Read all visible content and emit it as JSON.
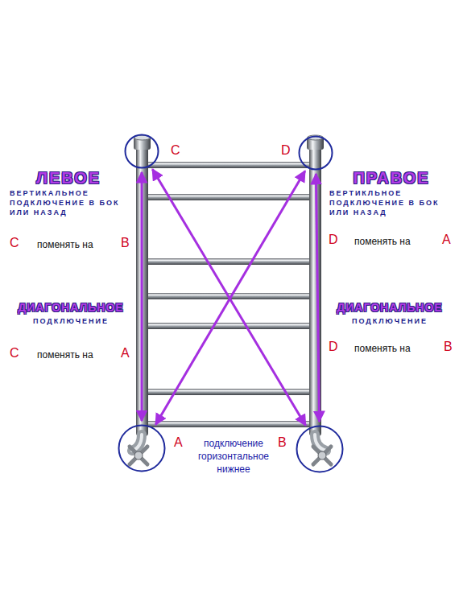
{
  "diagram": {
    "nodes": [
      {
        "text": [
          "C"
        ]
      },
      {
        "text": [
          "D"
        ]
      },
      {
        "text": [
          "A"
        ]
      },
      {
        "text": [
          "B"
        ]
      }
    ],
    "edges": [
      {
        "from": 0,
        "to": 3,
        "arrow": "both"
      },
      {
        "from": 1,
        "to": 2,
        "arrow": "both"
      },
      {
        "from": 0,
        "to": 2,
        "arrow": "both"
      },
      {
        "from": 1,
        "to": 3,
        "arrow": "both"
      }
    ],
    "labels": [
      "ЛЕВОЕ",
      "ПРАВОЕ",
      "ВЕРТИКАЛЬНОЕ ПОДКЛЮЧЕНИЕ В БОК ИЛИ НАЗАД",
      "ВЕРТИКЛЬНОЕ ПОДКЛЮЧЕНИЕ В БОК ИЛИ НАЗАД",
      "C",
      "поменять на",
      "B",
      "D",
      "поменять на",
      "A",
      "ДИАГОНАЛЬНОЕ",
      "ДИАГОНАЛЬНОЕ",
      "ПОДКЛЮЧЕНИЕ",
      "ПОДКЛЮЧЕНИЕ",
      "C",
      "поменять на",
      "A",
      "D",
      "поменять на",
      "B",
      "подключение горизонтальное нижнее"
    ]
  }
}
